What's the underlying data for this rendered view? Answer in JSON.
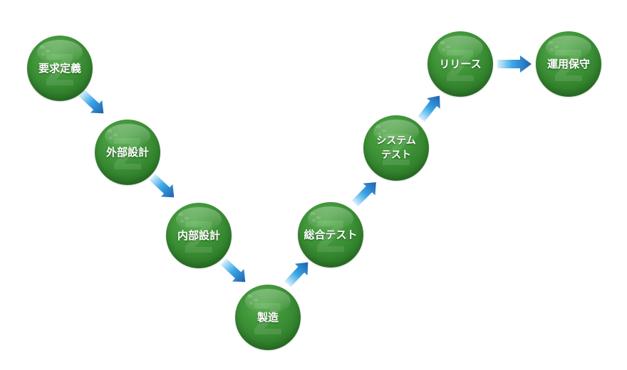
{
  "diagram": {
    "steps": [
      {
        "id": "requirements",
        "label": "要求定義"
      },
      {
        "id": "external-design",
        "label": "外部設計"
      },
      {
        "id": "internal-design",
        "label": "内部設計"
      },
      {
        "id": "manufacturing",
        "label": "製造"
      },
      {
        "id": "integration-test",
        "label": "総合テスト"
      },
      {
        "id": "system-test",
        "label": "システム\nテスト"
      },
      {
        "id": "release",
        "label": "リリース"
      },
      {
        "id": "operations",
        "label": "運用保守"
      }
    ],
    "colors": {
      "node": "#3f9438",
      "node_dark": "#236a22",
      "arrow_light": "#bfe6fb",
      "arrow": "#2a97dd",
      "arrow_dark": "#1f5fae",
      "background": "#ffffff"
    }
  }
}
